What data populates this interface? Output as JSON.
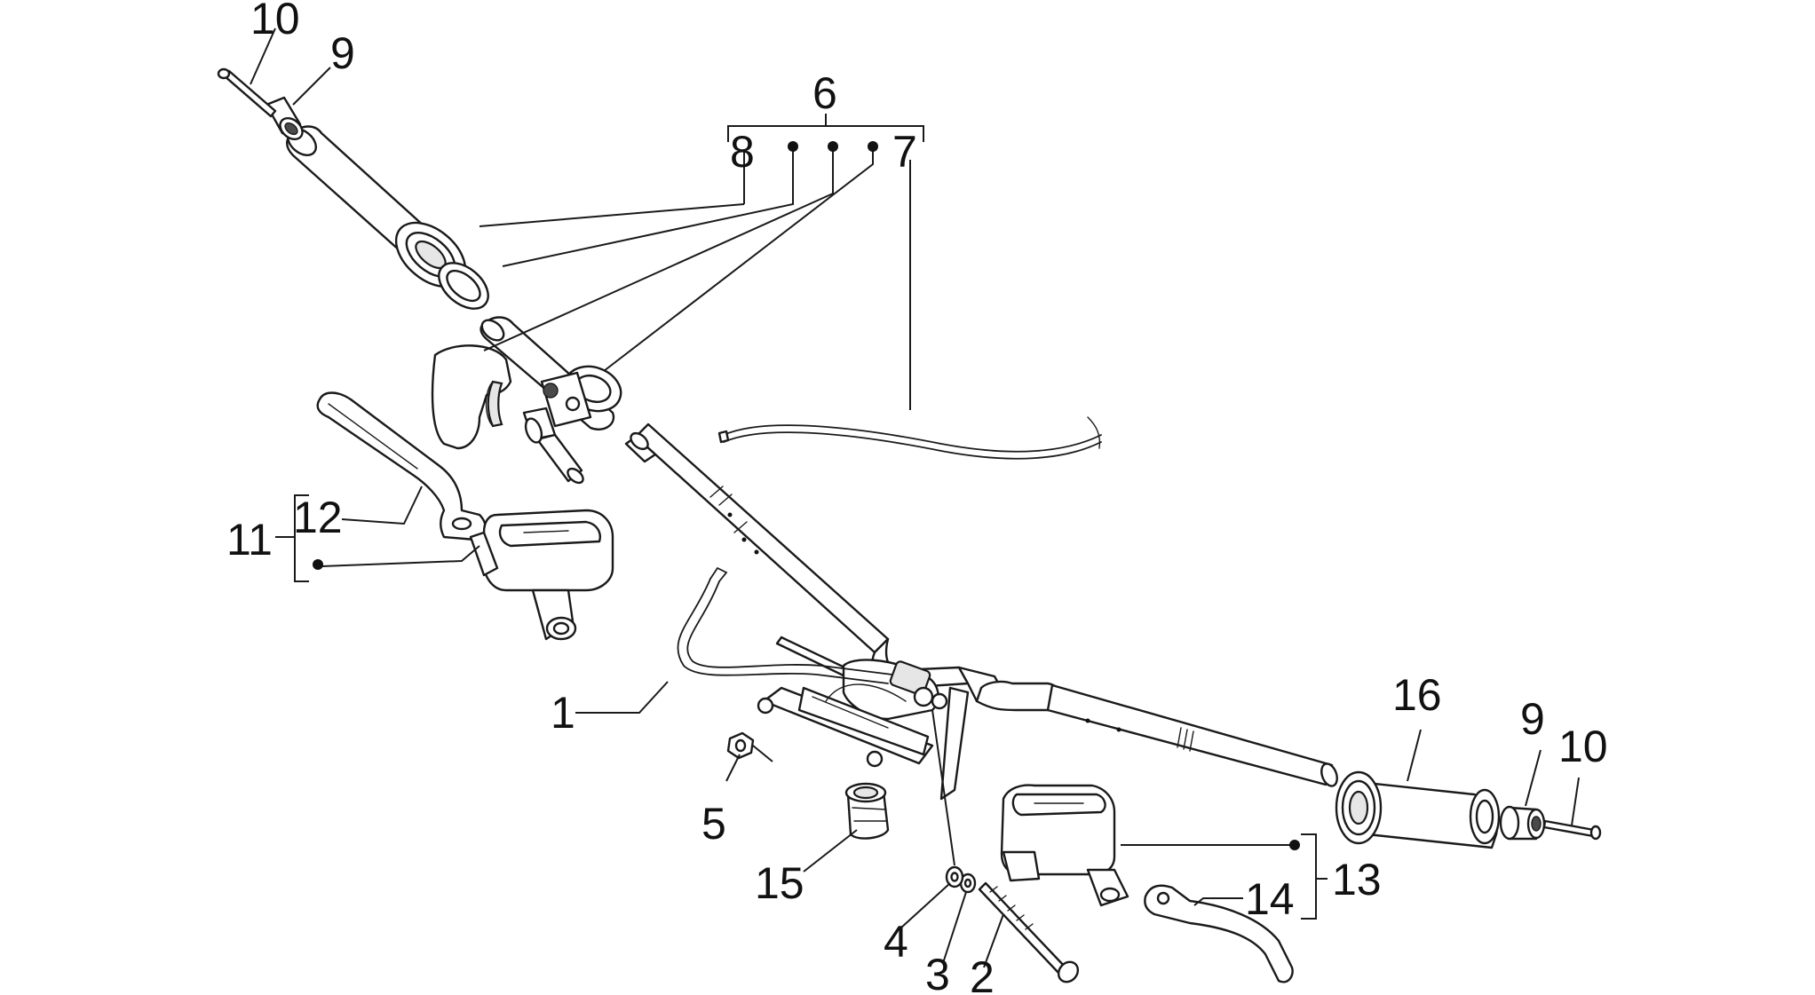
{
  "diagram": {
    "callouts": {
      "c1": "1",
      "c2": "2",
      "c3": "3",
      "c4": "4",
      "c5": "5",
      "c6": "6",
      "c7": "7",
      "c8": "8",
      "c9_left": "9",
      "c9_right": "9",
      "c10_left": "10",
      "c10_right": "10",
      "c11": "11",
      "c12": "12",
      "c13": "13",
      "c14": "14",
      "c15": "15",
      "c16": "16"
    }
  }
}
